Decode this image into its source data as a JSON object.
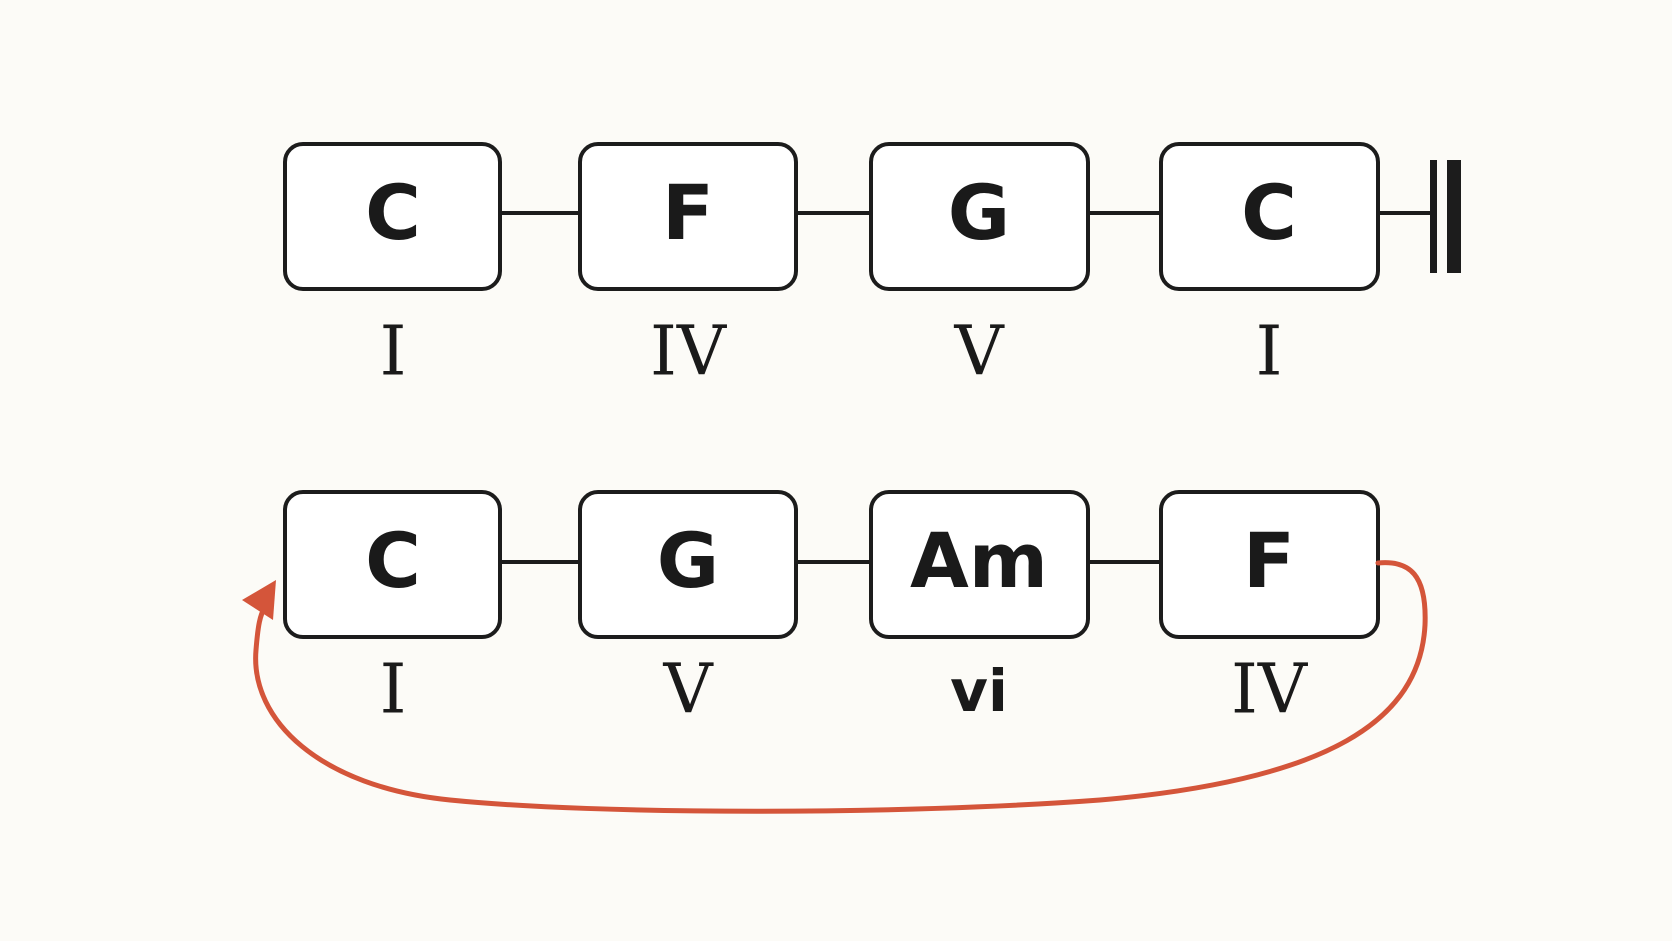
{
  "rows": [
    {
      "chords": [
        {
          "name": "C",
          "numeral": "I"
        },
        {
          "name": "F",
          "numeral": "IV"
        },
        {
          "name": "G",
          "numeral": "V"
        },
        {
          "name": "C",
          "numeral": "I"
        }
      ],
      "ending": "final-barline"
    },
    {
      "chords": [
        {
          "name": "C",
          "numeral": "I"
        },
        {
          "name": "G",
          "numeral": "V"
        },
        {
          "name": "Am",
          "numeral": "vi"
        },
        {
          "name": "F",
          "numeral": "IV"
        }
      ],
      "ending": "loop-back-arrow"
    }
  ],
  "colors": {
    "background": "#fcfbf7",
    "box_stroke": "#1c1c1c",
    "text": "#1a1a1a",
    "loop_arrow": "#d4553a"
  }
}
